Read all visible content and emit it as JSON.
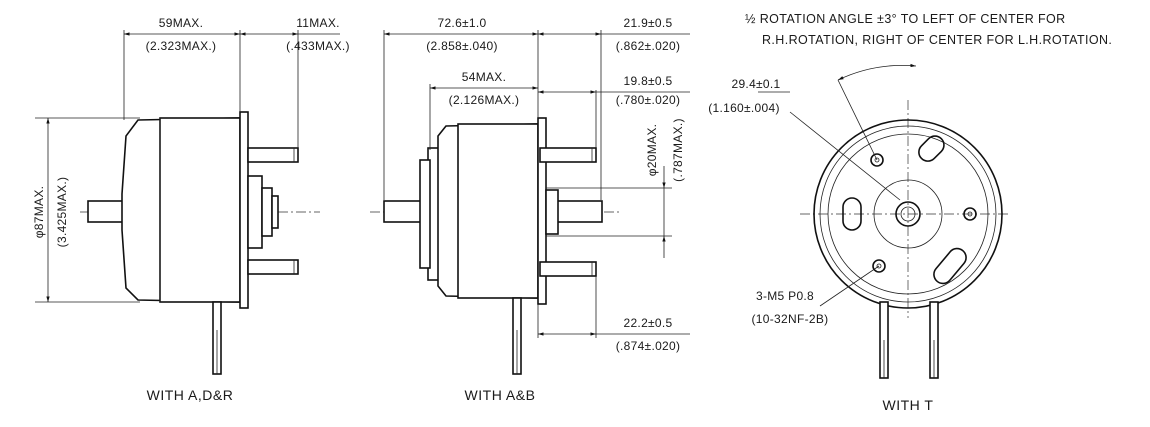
{
  "views": [
    {
      "caption": "WITH A,D&R",
      "dims": {
        "overall_length": "59MAX.",
        "overall_length_in": "(2.323MAX.)",
        "terminal_length": "11MAX.",
        "terminal_length_in": "(.433MAX.)",
        "diameter": "φ87MAX.",
        "diameter_in": "(3.425MAX.)"
      }
    },
    {
      "caption": "WITH A&B",
      "dims": {
        "overall_length": "72.6±1.0",
        "overall_length_in": "(2.858±.040)",
        "body_length": "54MAX.",
        "body_length_in": "(2.126MAX.)",
        "shaft_extension": "21.9±0.5",
        "shaft_extension_in": "(.862±.020)",
        "terminal_upper": "19.8±0.5",
        "terminal_upper_in": "(.780±.020)",
        "terminal_lower": "22.2±0.5",
        "terminal_lower_in": "(.874±.020)",
        "pilot_diameter": "φ20MAX.",
        "pilot_diameter_in": "(.787MAX.)"
      }
    },
    {
      "caption": "WITH T",
      "notes": {
        "line1": "½ ROTATION ANGLE ±3° TO LEFT OF CENTER FOR",
        "line2": "R.H.ROTATION, RIGHT OF CENTER FOR L.H.ROTATION."
      },
      "dims": {
        "hole_spacing": "29.4±0.1",
        "hole_spacing_in": "(1.160±.004)",
        "thread": "3-M5 P0.8",
        "thread_in": "(10-32NF-2B)"
      }
    }
  ]
}
